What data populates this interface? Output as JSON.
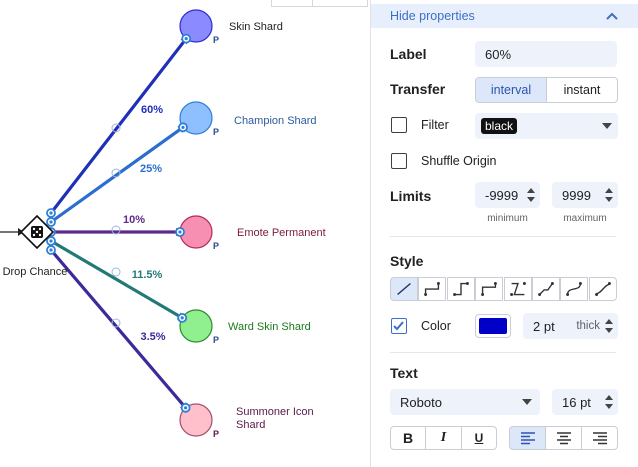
{
  "canvas": {
    "origin": {
      "label": "Drop Chance"
    },
    "targets": [
      {
        "name": "Skin Shard",
        "badge": "P",
        "color": "#8b8bff",
        "stroke": "#2b2bd6",
        "label_color": "#1f1f1f"
      },
      {
        "name": "Champion Shard",
        "badge": "P",
        "color": "#8ec0ff",
        "stroke": "#2e7fd6",
        "label_color": "#2c5aa0"
      },
      {
        "name": "Emote Permanent",
        "badge": "P",
        "color": "#f78fb3",
        "stroke": "#b5295a",
        "label_color": "#7a1c3a"
      },
      {
        "name": "Ward Skin Shard",
        "badge": "P",
        "color": "#90f08f",
        "stroke": "#2b8a2b",
        "label_color": "#1e7a1e"
      },
      {
        "name": "Summoner Icon Shard",
        "badge": "P",
        "color": "#ffc0cb",
        "stroke": "#a0506a",
        "label_color": "#5a1a4a"
      }
    ],
    "links": [
      {
        "label": "60%",
        "color": "#1f2fb8"
      },
      {
        "label": "25%",
        "color": "#2a6fcf"
      },
      {
        "label": "10%",
        "color": "#5b2a8a"
      },
      {
        "label": "11.5%",
        "color": "#227a78"
      },
      {
        "label": "3.5%",
        "color": "#3b2a9a"
      }
    ]
  },
  "panel": {
    "hide_properties": "Hide properties",
    "label": {
      "title": "Label",
      "value": "60%"
    },
    "transfer": {
      "title": "Transfer",
      "options": [
        "interval",
        "instant"
      ],
      "selected": "interval"
    },
    "filter": {
      "label": "Filter",
      "value": "black",
      "checked": false
    },
    "shuffle_origin": {
      "label": "Shuffle Origin",
      "checked": false
    },
    "limits": {
      "title": "Limits",
      "min": "-9999",
      "max": "9999",
      "min_caption": "minimum",
      "max_caption": "maximum"
    },
    "style": {
      "title": "Style",
      "color_label": "Color",
      "color_checked": true,
      "swatch": "#0000c8",
      "width": "2 pt",
      "thickness": "thick"
    },
    "text": {
      "title": "Text",
      "font": "Roboto",
      "size": "16 pt",
      "bold": "B",
      "italic": "I",
      "underline": "U"
    }
  },
  "colors": {
    "accent": "#3b6fc7",
    "panel_header": "#e8effc",
    "field_bg": "#eef3fb"
  }
}
